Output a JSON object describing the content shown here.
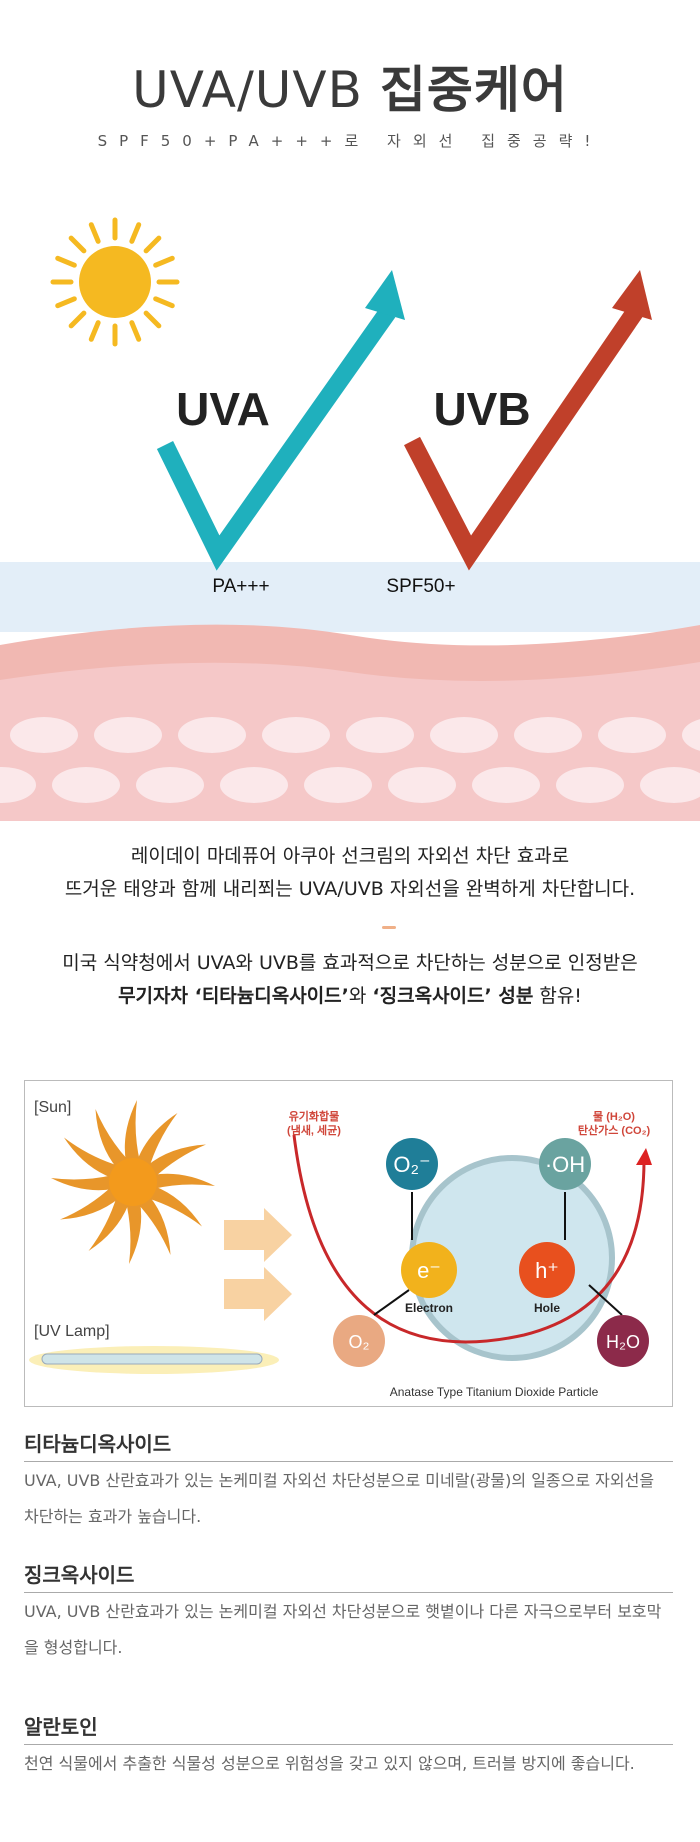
{
  "header": {
    "title_latin": "UVA/UVB",
    "title_korean": "집중케어",
    "subtitle": "SPF50+PA+++로 자외선 집중공략!"
  },
  "illustration": {
    "uva_label": "UVA",
    "uvb_label": "UVB",
    "pa_label": "PA+++",
    "spf_label": "SPF50+",
    "colors": {
      "uva": "#1fb0bd",
      "uvb": "#c0402a",
      "sun": "#f5b921"
    }
  },
  "intro": {
    "line1": "레이데이 마데퓨어 아쿠아 선크림의 자외선 차단 효과로",
    "line2": "뜨거운 태양과 함께 내리쬐는 UVA/UVB 자외선을 완벽하게 차단합니다.",
    "line3": "미국 식약청에서 UVA와 UVB를 효과적으로 차단하는 성분으로 인정받은",
    "line4_bold1": "무기자차 ‘티타늄디옥사이드’",
    "line4_mid": "와 ",
    "line4_bold2": "‘징크옥사이드’ 성분",
    "line4_end": " 함유!"
  },
  "diagram": {
    "sun_label": "[Sun]",
    "lamp_label": "[UV Lamp]",
    "organic_l1": "유기화합물",
    "organic_l2": "(냄새, 세균)",
    "product_l1": "물 (H₂O)",
    "product_l2": "탄산가스 (CO₂)",
    "o2minus": "O₂⁻",
    "oh": "·OH",
    "electron": "e⁻",
    "hole_sym": "h⁺",
    "electron_label": "Electron",
    "hole_label": "Hole",
    "o2": "O₂",
    "h2o": "H₂O",
    "caption": "Anatase Type Titanium Dioxide Particle"
  },
  "sections": [
    {
      "title": "티타늄디옥사이드",
      "body": "UVA, UVB 산란효과가 있는 논케미컬 자외선 차단성분으로 미네랄(광물)의 일종으로 자외선을 차단하는 효과가 높습니다."
    },
    {
      "title": "징크옥사이드",
      "body": "UVA, UVB 산란효과가 있는 논케미컬 자외선 차단성분으로 햇볕이나 다른 자극으로부터 보호막을 형성합니다."
    },
    {
      "title": "알란토인",
      "body": "천연 식물에서 추출한 식물성 성분으로 위험성을 갖고 있지 않으며, 트러블 방지에 좋습니다."
    }
  ]
}
